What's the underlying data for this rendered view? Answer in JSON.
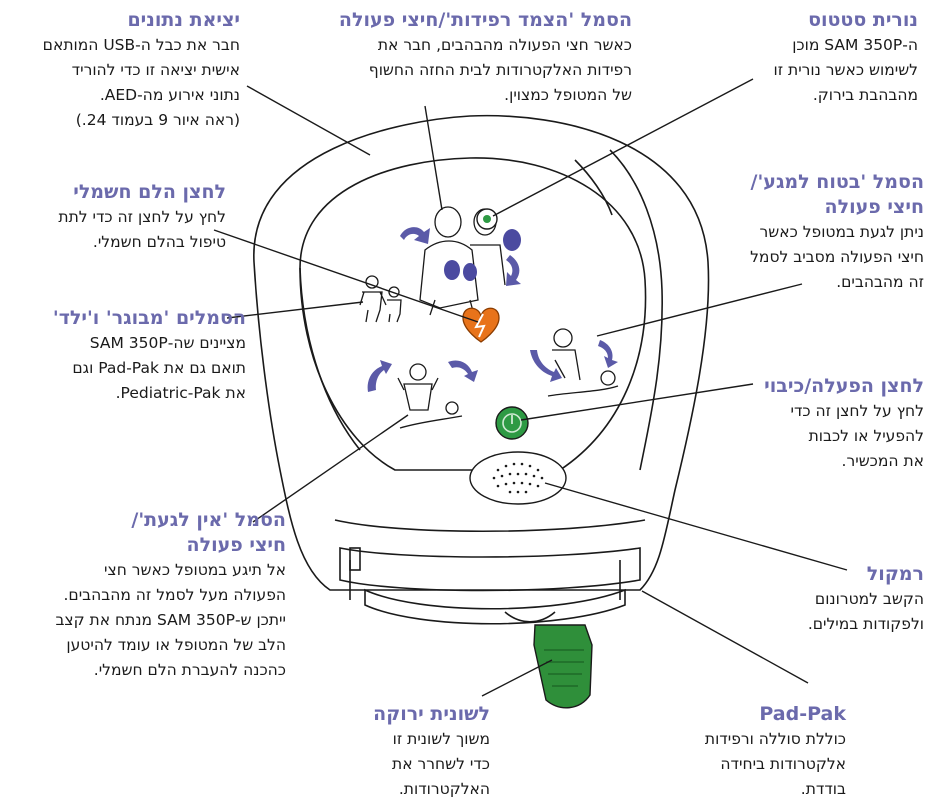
{
  "callouts": {
    "data_output": {
      "title": "יציאת נתונים",
      "body": "חבר את כבל ה-USB המותאם\nאישית יציאה זו כדי להוריד\nנתוני אירוע מה-AED.\n(ראה איור 9 בעמוד 24.)"
    },
    "flashing_apply_symbol": {
      "title": "הסמל 'הצמד רפידות'/חיצי פעולה",
      "body": "כאשר חצי הפעולה מהבהבים, חבר את\nרפידות האלקטרודות לבית החזה החשוף\nשל המטופל כמצוין."
    },
    "status_led": {
      "title": "נורית סטטוס",
      "body": "ה-SAM 350P מוכן\nלשימוש כאשר נורית זו\nמהבהבת בירוק."
    },
    "shock_button": {
      "title": "לחצן הלם חשמלי",
      "body": "לחץ על לחצן זה כדי לתת\nטיפול בהלם חשמלי."
    },
    "safe_to_touch": {
      "title": "הסמל 'בטוח למגע'/\nחיצי פעולה",
      "body": "ניתן לגעת במטופל כאשר\nחיצי הפעולה מסביב לסמל\nזה מהבהבים."
    },
    "adult_child": {
      "title": "הסמלים 'מבוגר' ו'ילד'",
      "body": "מציינים שה-SAM 350P\nתואם גם את Pad-Pak וגם\nאת Pediatric-Pak."
    },
    "on_off": {
      "title": "לחצן הפעלה/כיבוי",
      "body": "לחץ על לחצן זה כדי\nלהפעיל או לכבות\nאת המכשיר."
    },
    "do_not_touch": {
      "title": "הסמל 'אין לגעת'/\nחיצי פעולה",
      "body": "אל תיגע במטופל כאשר חצי\nהפעולה מעל לסמל זה מהבהבים.\nייתכן ש-SAM 350P מנתח את קצב\nהלב של המטופל או עומד להיטען\nכהכנה להעברת הלם חשמלי."
    },
    "speaker": {
      "title": "רמקול",
      "body": "הקשב למטרונום\nולפקודות במילים."
    },
    "green_tab": {
      "title": "לשונית ירוקה",
      "body": "משוך לשונית זו\nכדי לשחרר את\nהאלקטרודות."
    },
    "pad_pak": {
      "title": "Pad-Pak",
      "body": "כוללת סוללה ורפידות\nאלקטרודות ביחידה\nבודדת."
    }
  },
  "colors": {
    "title_purple": "#6b6aac",
    "arrow_purple": "#5b5aa8",
    "heart_orange": "#e8731a",
    "button_green": "#2e9a44",
    "tab_green": "#2f8f3a",
    "line": "#1a1a1a"
  },
  "icons": [
    "adult-child-icon",
    "heart-shock-icon",
    "on-off-icon",
    "status-led-icon",
    "speaker-grille-icon",
    "green-tab-icon"
  ]
}
